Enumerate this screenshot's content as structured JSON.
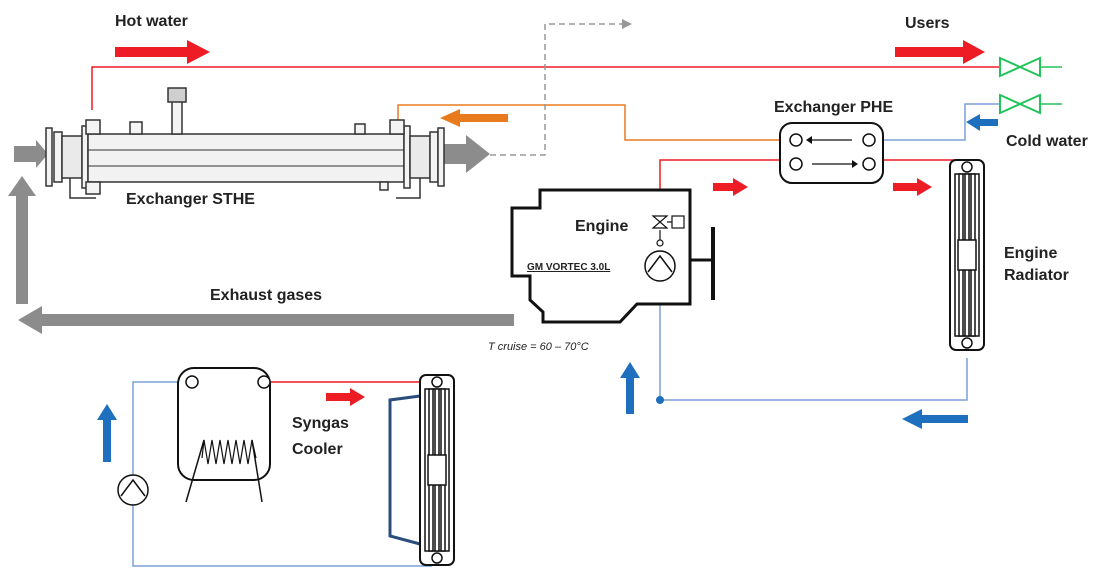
{
  "labels": {
    "hot_water": "Hot water",
    "users": "Users",
    "exchanger_phe": "Exchanger PHE",
    "cold_water": "Cold water",
    "exchanger_sthe": "Exchanger STHE",
    "engine": "Engine",
    "engine_model": "GM VORTEC 3.0L",
    "engine_radiator_line1": "Engine",
    "engine_radiator_line2": "Radiator",
    "exhaust_gases": "Exhaust gases",
    "t_cruise": "T cruise = 60 – 70°C",
    "syngas_cooler_line1": "Syngas",
    "syngas_cooler_line2": "Cooler"
  },
  "colors": {
    "hot": "#ee1c24",
    "cold": "#1f6fbf",
    "orange": "#e87b1e",
    "gas": "#8c8c8c",
    "valve": "#22c35a",
    "pipe_blue": "#7ba0d6"
  },
  "components": {
    "shell_tube_exchanger": "Exchanger STHE",
    "plate_exchanger": "Exchanger PHE",
    "engine": "GM VORTEC 3.0L",
    "engine_radiator": "Engine Radiator",
    "syngas_cooler": "Syngas Cooler",
    "user_valves": 2,
    "pumps": 2
  }
}
